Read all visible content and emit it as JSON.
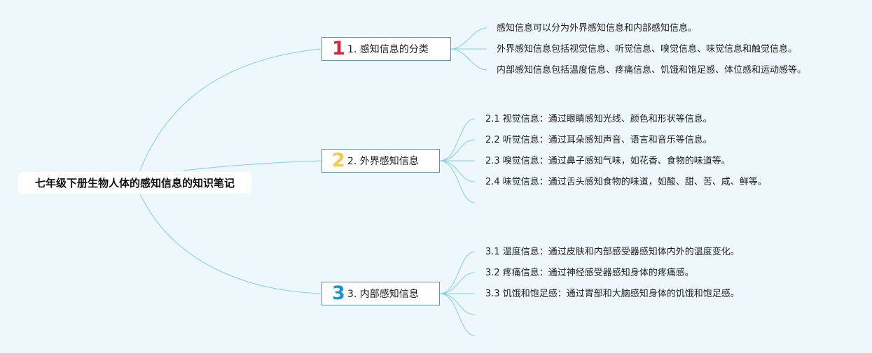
{
  "root": {
    "label": "七年级下册生物人体的感知信息的知识笔记"
  },
  "colors": {
    "background": "#eef7fb",
    "connector": "#7fd0ea",
    "badge_1": "#d7263d",
    "badge_2": "#f4c94c",
    "badge_3": "#1c95d4"
  },
  "topics": [
    {
      "badge": "1",
      "label": "1. 感知信息的分类",
      "leaves": [
        "感知信息可以分为外界感知信息和内部感知信息。",
        "外界感知信息包括视觉信息、听觉信息、嗅觉信息、味觉信息和触觉信息。",
        "内部感知信息包括温度信息、疼痛信息、饥饿和饱足感、体位感和运动感等。"
      ]
    },
    {
      "badge": "2",
      "label": "2. 外界感知信息",
      "leaves": [
        "2.1 视觉信息：通过眼睛感知光线、颜色和形状等信息。",
        "2.2 听觉信息：通过耳朵感知声音、语言和音乐等信息。",
        "2.3 嗅觉信息：通过鼻子感知气味，如花香、食物的味道等。",
        "2.4 味觉信息：通过舌头感知食物的味道，如酸、甜、苦、咸、鲜等。",
        ""
      ]
    },
    {
      "badge": "3",
      "label": "3. 内部感知信息",
      "leaves": [
        "3.1 温度信息：通过皮肤和内部感受器感知体内外的温度变化。",
        "3.2 疼痛信息：通过神经感受器感知身体的疼痛感。",
        "3.3 饥饿和饱足感：通过胃部和大脑感知身体的饥饿和饱足感。",
        "",
        ""
      ]
    }
  ]
}
